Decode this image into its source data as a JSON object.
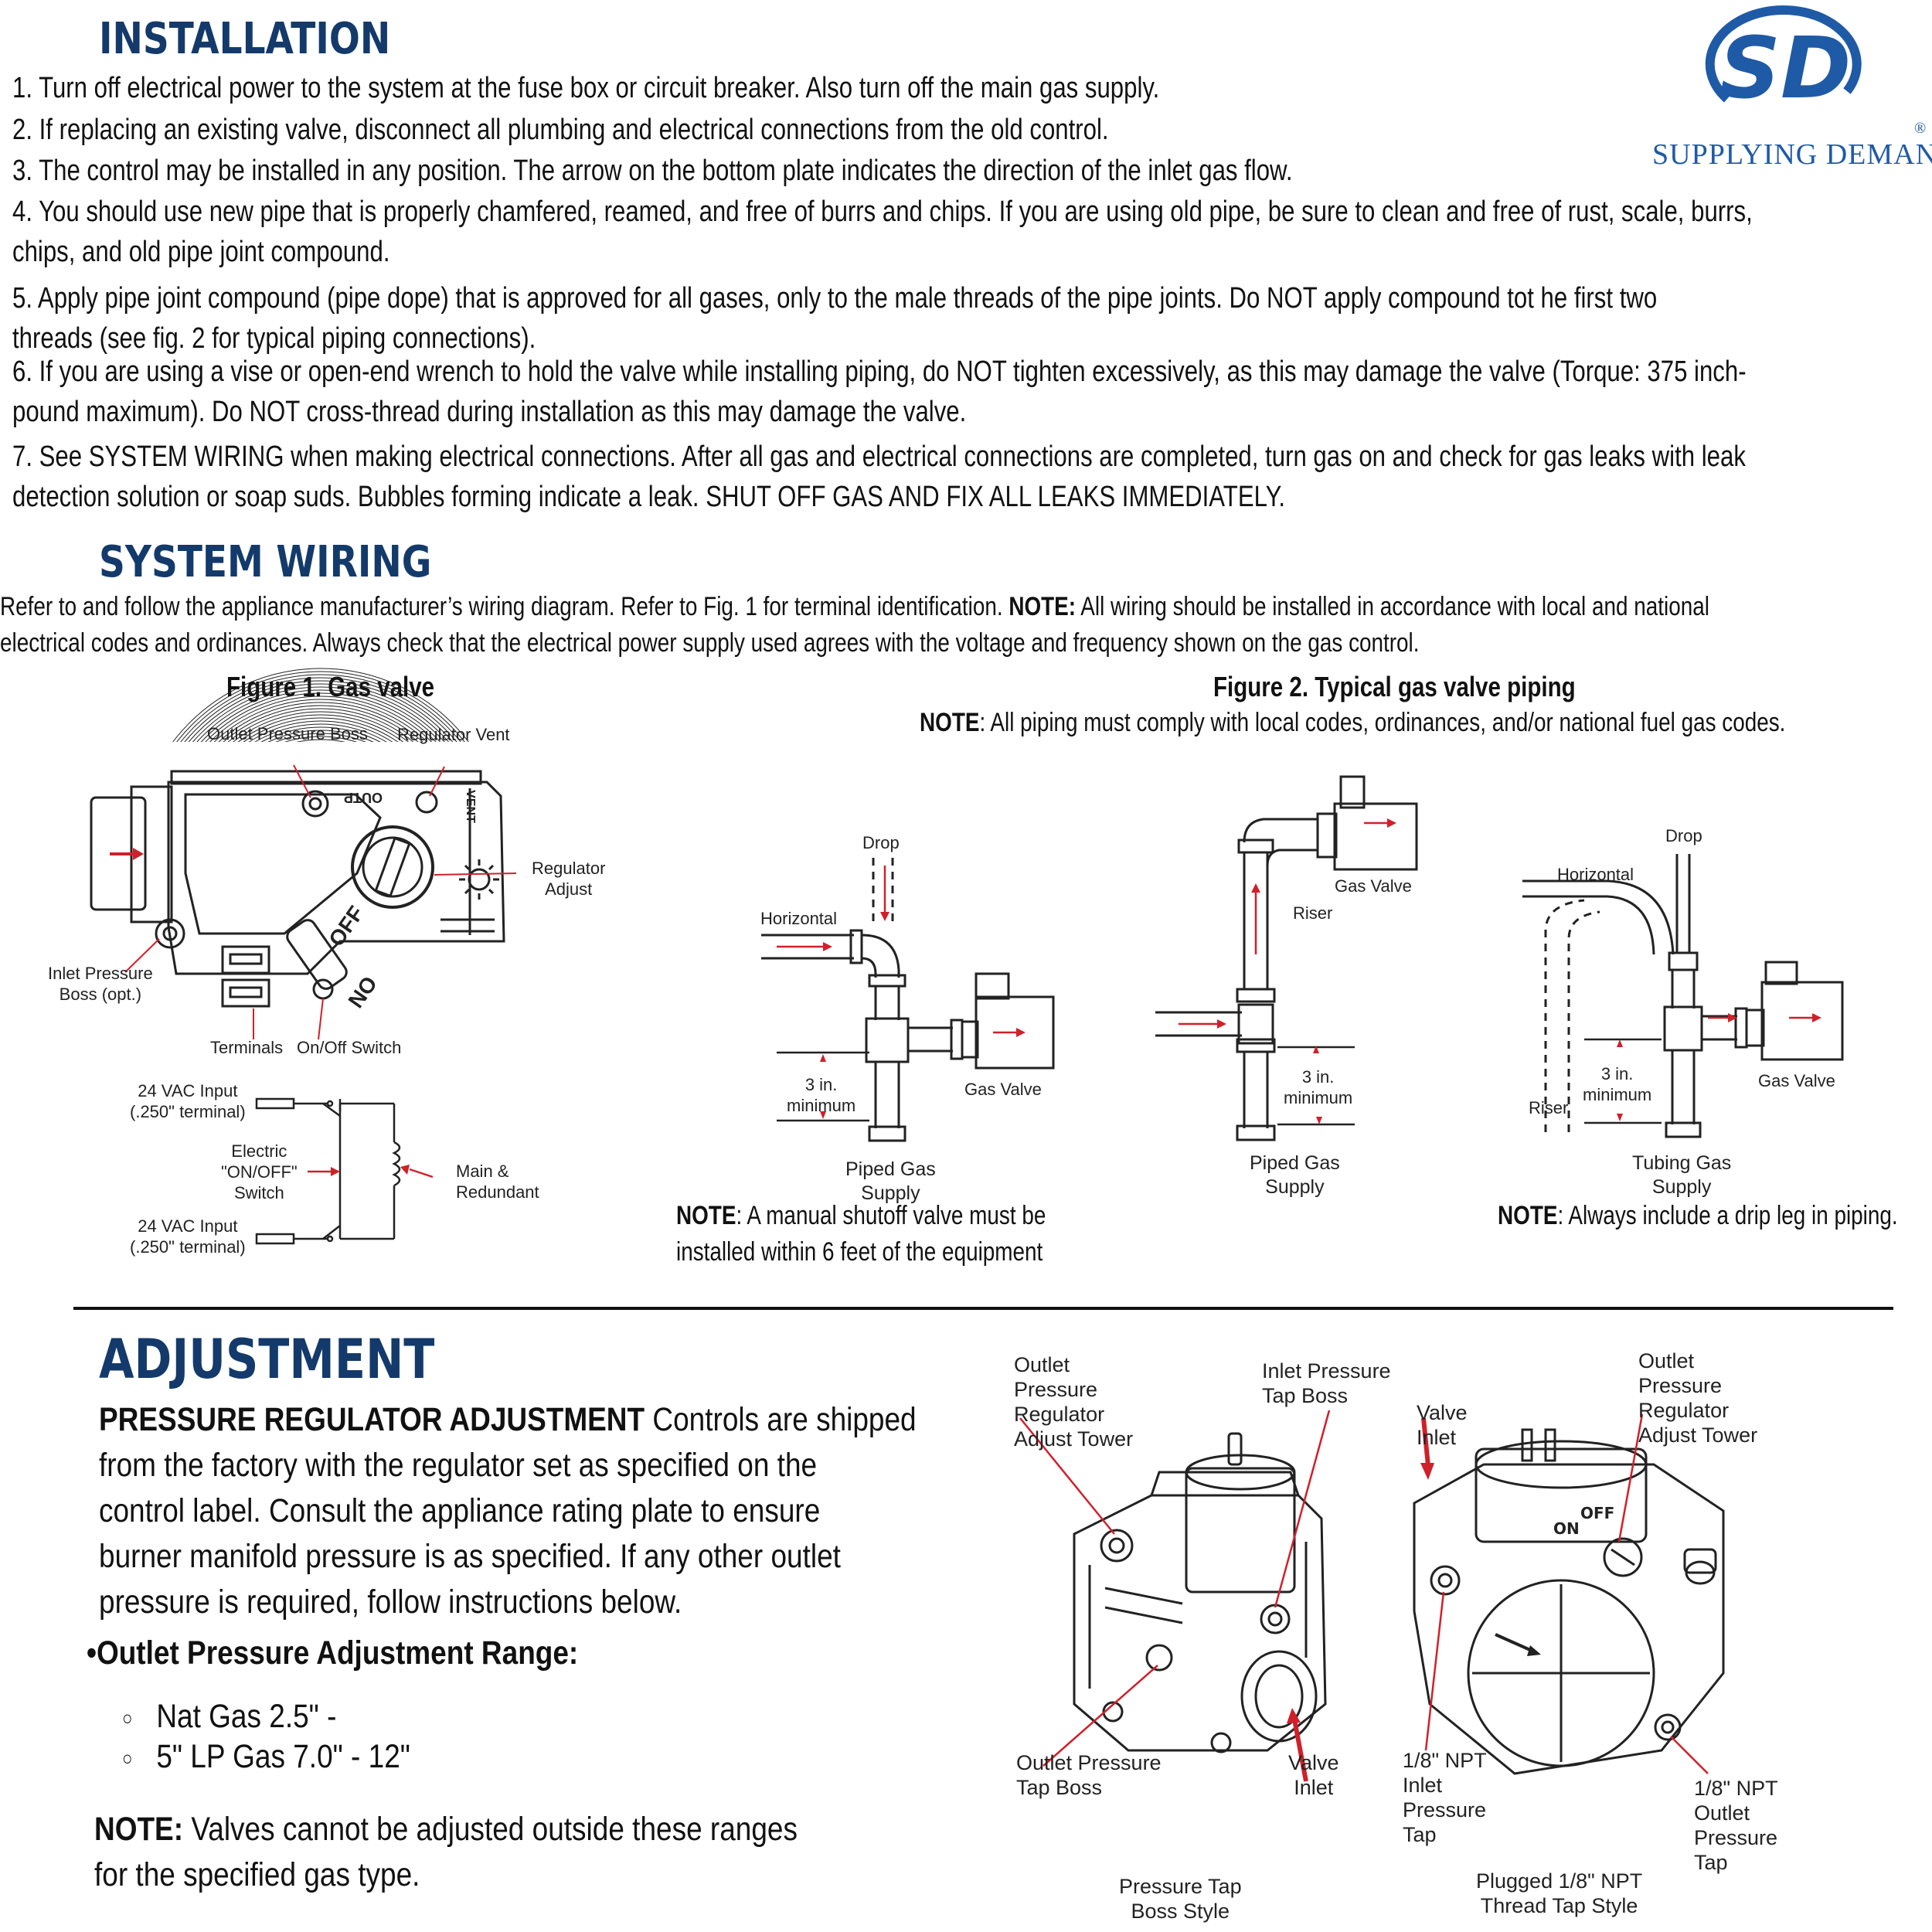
{
  "logo": {
    "mark": "SD",
    "text": "SUPPLYING DEMAND",
    "registered": "®",
    "brand_color": "#1f5aa6"
  },
  "installation": {
    "heading": "INSTALLATION",
    "items": [
      {
        "line1": "1. Turn off electrical power to the system at the fuse box or circuit breaker. Also turn off the main gas supply.",
        "line2": ""
      },
      {
        "line1": "2. If replacing an existing valve, disconnect all plumbing and electrical connections from the old control.",
        "line2": ""
      },
      {
        "line1": "3. The control may be installed in any position. The arrow on the bottom plate indicates the direction of the inlet gas flow.",
        "line2": ""
      },
      {
        "line1": "4. You should use new pipe that is properly chamfered, reamed, and free of burrs and chips. If you are using old pipe, be sure to clean and free of rust, scale, burrs,",
        "line2": "chips, and old pipe joint compound."
      },
      {
        "line1": "5. Apply pipe joint compound (pipe dope) that is approved for all gases, only to the male threads of the pipe joints. Do NOT apply compound tot he first two",
        "line2": "threads (see fig. 2 for typical piping connections)."
      },
      {
        "line1": "6. If you are using a vise or open-end wrench to hold the valve while installing piping, do NOT tighten excessively, as this may damage the valve (Torque: 375 inch-",
        "line2": "pound maximum). Do NOT cross-thread during installation as this may damage the valve."
      },
      {
        "line1": "7. See SYSTEM WIRING when making electrical connections. After all gas and electrical connections are completed, turn gas on and check for gas leaks with leak",
        "line2": "detection solution or soap suds. Bubbles forming indicate a leak. SHUT OFF GAS AND FIX ALL LEAKS IMMEDIATELY."
      }
    ]
  },
  "system_wiring": {
    "heading": "SYSTEM WIRING",
    "p1_a": "Refer to and follow the appliance manufacturer’s wiring diagram. Refer to Fig. 1 for terminal identification. ",
    "p1_note": "NOTE:",
    "p1_b": " All wiring should be installed in accordance with local and national",
    "p2": "electrical codes and ordinances. Always check that the electrical power supply used agrees with the voltage and frequency shown on the gas control."
  },
  "figure1": {
    "title": "Figure 1. Gas valve",
    "labels": {
      "outlet_pressure_boss": "Outlet Pressure Boss",
      "regulator_vent": "Regulator Vent",
      "regulator_adjust_1": "Regulator",
      "regulator_adjust_2": "Adjust",
      "inlet_pressure_1": "Inlet Pressure",
      "inlet_pressure_2": "Boss (opt.)",
      "terminals": "Terminals",
      "on_off_switch": "On/Off Switch",
      "outp": "OUTP",
      "vent": "VENT",
      "off": "OFF",
      "on": "ON"
    },
    "wiring": {
      "input_top_1": "24 VAC Input",
      "input_top_2": "(.250\" terminal)",
      "switch_1": "Electric",
      "switch_2": "\"ON/OFF\"",
      "switch_3": "Switch",
      "coil_1": "Main &",
      "coil_2": "Redundant",
      "input_bot_1": "24 VAC Input",
      "input_bot_2": "(.250\" terminal)"
    }
  },
  "figure2": {
    "title": "Figure 2. Typical gas valve piping",
    "note_label": "NOTE",
    "note_text": ": All piping must comply with local codes, ordinances, and/or national fuel gas codes.",
    "d1": {
      "drop": "Drop",
      "horizontal": "Horizontal",
      "gas_valve": "Gas Valve",
      "min_1": "3 in.",
      "min_2": "minimum",
      "supply_1": "Piped Gas",
      "supply_2": "Supply"
    },
    "d2": {
      "gas_valve": "Gas Valve",
      "riser": "Riser",
      "min_1": "3 in.",
      "min_2": "minimum",
      "supply_1": "Piped Gas",
      "supply_2": "Supply"
    },
    "d3": {
      "drop": "Drop",
      "horizontal": "Horizontal",
      "gas_valve": "Gas Valve",
      "riser": "Riser",
      "min_1": "3 in.",
      "min_2": "minimum",
      "supply_1": "Tubing Gas",
      "supply_2": "Supply"
    },
    "note_left_label": "NOTE",
    "note_left_1": ": A manual shutoff valve must be",
    "note_left_2": "installed within 6 feet of the equipment",
    "note_right_label": "NOTE",
    "note_right_text": ": Always include a drip leg in piping."
  },
  "adjustment": {
    "heading": "ADJUSTMENT",
    "lead_bold": "PRESSURE REGULATOR ADJUSTMENT",
    "lead_rest": " Controls are shipped",
    "lines": [
      "from the factory with the regulator set as specified on the",
      "control label. Consult the appliance rating plate to ensure",
      "burner manifold pressure is as specified. If any other outlet",
      "pressure is required, follow instructions below."
    ],
    "range_heading": "Outlet Pressure Adjustment Range:",
    "ranges": [
      "Nat Gas 2.5\" -",
      "5\" LP Gas 7.0\" - 12\""
    ],
    "note_label": "NOTE:",
    "note_1": " Valves cannot be adjusted outside these ranges",
    "note_2": "for the specified gas type."
  },
  "adjust_figures": {
    "left": {
      "outlet_reg_1": "Outlet",
      "outlet_reg_2": "Pressure",
      "outlet_reg_3": "Regulator",
      "outlet_reg_4": "Adjust Tower",
      "inlet_tap_1": "Inlet Pressure",
      "inlet_tap_2": "Tap Boss",
      "outlet_tap_1": "Outlet Pressure",
      "outlet_tap_2": "Tap Boss",
      "valve_inlet_1": "Valve",
      "valve_inlet_2": "Inlet",
      "caption_1": "Pressure Tap",
      "caption_2": "Boss Style"
    },
    "right": {
      "valve_inlet_1": "Valve",
      "valve_inlet_2": "Inlet",
      "outlet_reg_1": "Outlet",
      "outlet_reg_2": "Pressure",
      "outlet_reg_3": "Regulator",
      "outlet_reg_4": "Adjust Tower",
      "inlet_npt_1": "1/8\" NPT",
      "inlet_npt_2": "Inlet",
      "inlet_npt_3": "Pressure",
      "inlet_npt_4": "Tap",
      "outlet_npt_1": "1/8\" NPT",
      "outlet_npt_2": "Outlet",
      "outlet_npt_3": "Pressure",
      "outlet_npt_4": "Tap",
      "off": "OFF",
      "on": "ON",
      "caption_1": "Plugged 1/8\" NPT",
      "caption_2": "Thread Tap Style"
    }
  },
  "colors": {
    "heading": "#133a6b",
    "arrow": "#d0202a",
    "rule": "#111111"
  }
}
